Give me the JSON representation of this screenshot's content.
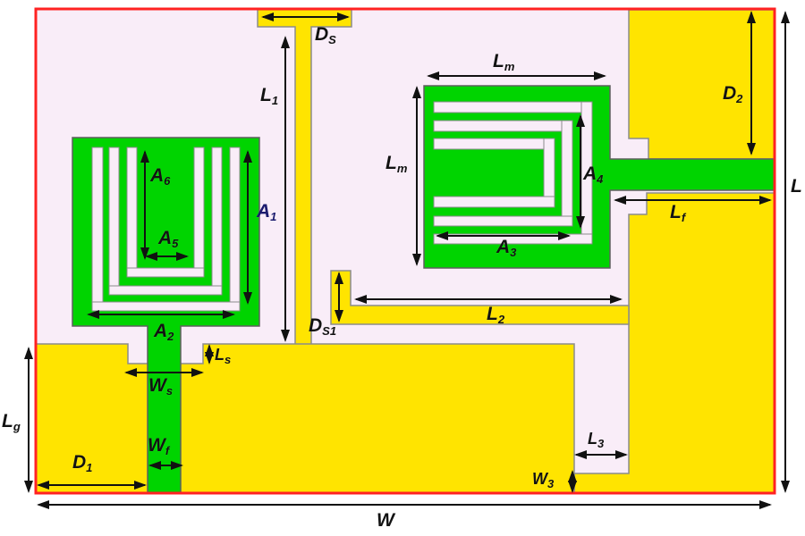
{
  "figure": {
    "type": "antenna-layout-diagram",
    "colors": {
      "substrate_pink": "#f9edf8",
      "conductor_green": "#00d400",
      "ground_yellow": "#ffe400",
      "boundary_red": "#ff2222",
      "outline_gray": "#8c8c8c",
      "dimension_black": "#111111",
      "label_navy": "#1b1b6e"
    },
    "labels": {
      "ds": {
        "main": "D",
        "sub": "S"
      },
      "l1": {
        "main": "L",
        "sub": "1"
      },
      "d2": {
        "main": "D",
        "sub": "2"
      },
      "lm_top": {
        "main": "L",
        "sub": "m"
      },
      "lm_left": {
        "main": "L",
        "sub": "m"
      },
      "a6": {
        "main": "A",
        "sub": "6"
      },
      "a5": {
        "main": "A",
        "sub": "5"
      },
      "a1": {
        "main": "A",
        "sub": "1"
      },
      "a4": {
        "main": "A",
        "sub": "4"
      },
      "a3": {
        "main": "A",
        "sub": "3"
      },
      "a2": {
        "main": "A",
        "sub": "2"
      },
      "lf": {
        "main": "L",
        "sub": "f"
      },
      "l": {
        "main": "L",
        "sub": ""
      },
      "l2": {
        "main": "L",
        "sub": "2"
      },
      "ds1": {
        "main": "D",
        "sub": "S1"
      },
      "ls": {
        "main": "L",
        "sub": "s"
      },
      "ws": {
        "main": "W",
        "sub": "s"
      },
      "lg": {
        "main": "L",
        "sub": "g"
      },
      "wf": {
        "main": "W",
        "sub": "f"
      },
      "d1": {
        "main": "D",
        "sub": "1"
      },
      "l3": {
        "main": "L",
        "sub": "3"
      },
      "w3": {
        "main": "W",
        "sub": "3"
      },
      "w": {
        "main": "W",
        "sub": ""
      }
    }
  }
}
